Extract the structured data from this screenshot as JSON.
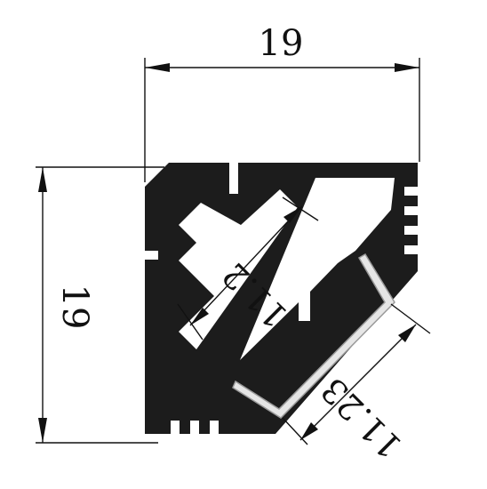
{
  "dimensions": {
    "width_label": "19",
    "height_label": "19",
    "inner_channel_label": "11.2",
    "diffuser_label": "11.23"
  },
  "colors": {
    "profile": "#1c1c1c",
    "diffuser_fill": "#e6e6e6",
    "diffuser_stroke": "#9a9a9a",
    "lines": "#111111"
  }
}
